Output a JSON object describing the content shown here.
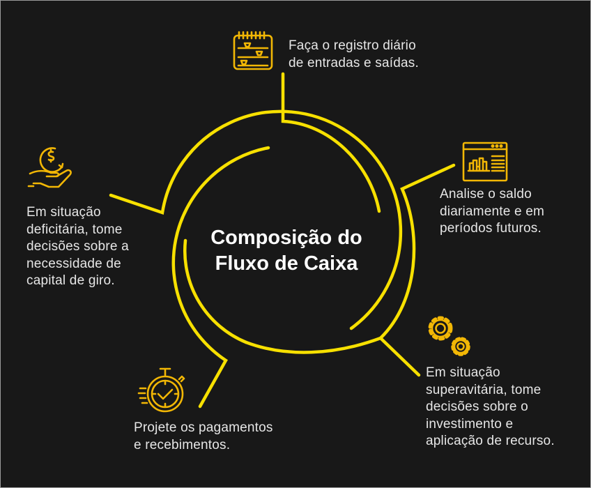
{
  "title": [
    "Composição do",
    "Fluxo de Caixa"
  ],
  "colors": {
    "background": "#181818",
    "ring": "#f7e000",
    "icon": "#f2b705",
    "text": "#e6e6e6"
  },
  "steps": [
    {
      "icon": "calendar-schedule-icon",
      "lines": [
        "Faça o registro diário",
        "de entradas e saídas."
      ]
    },
    {
      "icon": "analytics-window-icon",
      "lines": [
        "Analise o saldo",
        "diariamente e em",
        "períodos futuros."
      ]
    },
    {
      "icon": "gears-icon",
      "lines": [
        "Em situação",
        "superavitária, tome",
        "decisões sobre o",
        "investimento e",
        "aplicação de recurso."
      ]
    },
    {
      "icon": "stopwatch-icon",
      "lines": [
        "Projete os pagamentos",
        "e recebimentos."
      ]
    },
    {
      "icon": "hand-coin-icon",
      "lines": [
        "Em situação",
        "deficitária, tome",
        "decisões sobre a",
        "necessidade de",
        "capital de giro."
      ]
    }
  ]
}
